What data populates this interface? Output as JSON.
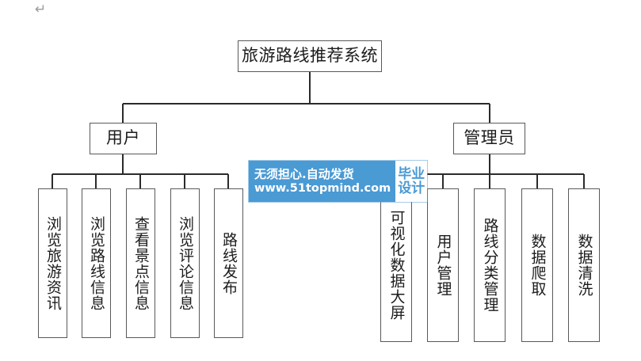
{
  "document": {
    "paragraph_mark": "↵"
  },
  "diagram": {
    "type": "organization-tree",
    "title": "旅游路线推荐系统",
    "root": {
      "label": "旅游路线推荐系统"
    },
    "actors": [
      {
        "label": "用户"
      },
      {
        "label": "管理员"
      }
    ],
    "user_functions": [
      {
        "label": "浏览旅游资讯"
      },
      {
        "label": "浏览路线信息"
      },
      {
        "label": "查看景点信息"
      },
      {
        "label": "浏览评论信息"
      },
      {
        "label": "路线发布"
      }
    ],
    "admin_functions": [
      {
        "label": "可视化数据大屏"
      },
      {
        "label": "用户管理"
      },
      {
        "label": "路线分类管理"
      },
      {
        "label": "数据爬取"
      },
      {
        "label": "数据清洗"
      }
    ],
    "colors": {
      "box_border": "#57595b",
      "connector": "#2b2b2b",
      "text": "#1c1c1c",
      "background": "#ffffff"
    }
  },
  "watermark": {
    "line1": "无须担心.自动发货",
    "line2": "www.51topmind.com",
    "badge_line1": "毕业",
    "badge_line2": "设计",
    "background": "#4a9ad4",
    "badge_color": "#4a9ad4"
  }
}
